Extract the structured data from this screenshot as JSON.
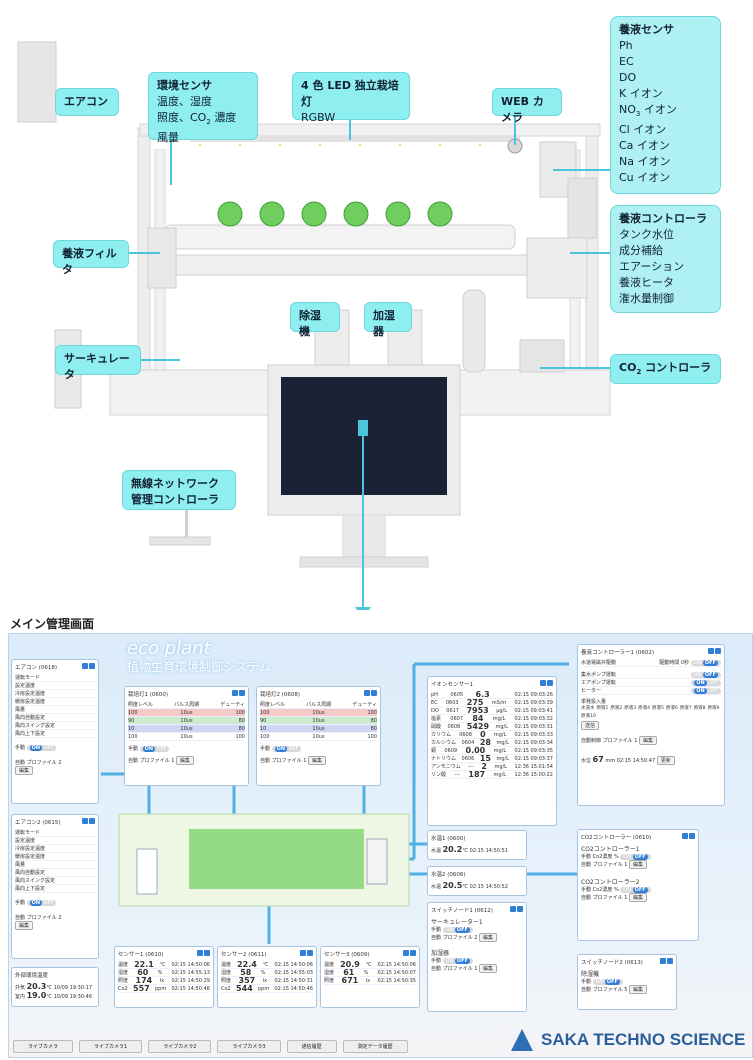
{
  "diagram": {
    "aircon": "エアコン",
    "env_sensor": {
      "title": "環境センサ",
      "l1": "温度、湿度",
      "l2a": "照度、CO",
      "l2b": "濃度",
      "l3": "風量"
    },
    "led": {
      "title": "4 色 LED 独立栽培灯",
      "sub": "RGBW"
    },
    "webcam": "WEB カメラ",
    "nutrient_sensor": {
      "title": "養液センサ",
      "items": [
        "Ph",
        "EC",
        "DO",
        "K イオン",
        "NO",
        "Cl イオン",
        "Ca イオン",
        "Na イオン",
        "Cu イオン"
      ],
      "no3_suffix": "イオン",
      "no3_sub": "3"
    },
    "filter": "養液フィルタ",
    "controller": {
      "title": "養液コントローラ",
      "items": [
        "タンク水位",
        "成分補給",
        "エアーション",
        "養液ヒータ",
        "潅水量制御"
      ]
    },
    "dehumid": "除湿機",
    "humid": "加湿器",
    "circulator": "サーキュレータ",
    "co2": {
      "a": "CO",
      "sub": "2",
      "b": " コントローラ"
    },
    "wireless": {
      "l1": "無線ネットワーク",
      "l2": "管理コントローラ"
    }
  },
  "section_title": "メイン管理画面",
  "screen": {
    "logo": "eco plant",
    "subtitle": "植物生育環境制御システム",
    "aircon1": {
      "title": "エアコン (0618)",
      "rows": [
        "運転モード",
        "設定温度",
        "冷房設定温度",
        "暖房設定温度",
        "風量",
        "風向自動設定",
        "風向スイング設定",
        "風向上下設定"
      ],
      "manual": "手動",
      "auto": "自動",
      "profile": "プロファイル",
      "profile_val": "2",
      "edit": "編集"
    },
    "aircon2": {
      "title": "エアコン2 (0615)",
      "rows": [
        "運転モード",
        "設定温度",
        "冷房設定温度",
        "暖房設定温度",
        "風量",
        "風向自動設定",
        "風向スイング設定",
        "風向上下設定"
      ],
      "manual": "手動",
      "auto": "自動",
      "profile": "プロファイル",
      "profile_val": "2",
      "edit": "編集"
    },
    "outside": {
      "title": "外部環境温度",
      "r1l": "外気",
      "r1v": "20.3",
      "r1u": "℃",
      "r1t": "10/09 19:30:17",
      "r2l": "室内",
      "r2v": "19.0",
      "r2u": "℃",
      "r2t": "10/09 19:30:46"
    },
    "light1": {
      "title": "栽培灯1 (0600)",
      "cols": [
        "照度レベル",
        "パルス周期",
        "デューティ"
      ],
      "levels": [
        "100",
        "90",
        "10",
        "100"
      ],
      "pulses": [
        "10us",
        "10us",
        "10us",
        "10us"
      ],
      "duties": [
        "100",
        "80",
        "80",
        "100"
      ],
      "manual": "手動",
      "auto": "自動",
      "profile": "プロファイル",
      "profile_val": "1",
      "edit": "編集"
    },
    "light2": {
      "title": "栽培灯2 (0608)",
      "cols": [
        "照度レベル",
        "パルス周期",
        "デューティ"
      ],
      "levels": [
        "100",
        "90",
        "10",
        "100"
      ],
      "pulses": [
        "10us",
        "10us",
        "10us",
        "10us"
      ],
      "duties": [
        "100",
        "80",
        "80",
        "100"
      ],
      "manual": "手動",
      "auto": "自動",
      "profile": "プロファイル",
      "profile_val": "1",
      "edit": "編集"
    },
    "ion": {
      "title": "イオンセンサー1",
      "rows": [
        [
          "pH",
          "0605",
          "6.3",
          "",
          "02:15 09:03:26"
        ],
        [
          "EC",
          "0603",
          "275",
          "mS/m",
          "02:15 09:03:39"
        ],
        [
          "DO",
          "0617",
          "7953",
          "μg/L",
          "02:15 09:03:41"
        ],
        [
          "塩素",
          "0607",
          "84",
          "mg/L",
          "02:15 09:03:32"
        ],
        [
          "硝酸",
          "0608",
          "5429",
          "mg/L",
          "02:15 09:03:31"
        ],
        [
          "カリウム",
          "0608",
          "0",
          "mg/L",
          "02:15 09:03:33"
        ],
        [
          "カルシウム",
          "0604",
          "28",
          "mg/L",
          "02:15 09:03:34"
        ],
        [
          "銅",
          "0609",
          "0.00",
          "mg/L",
          "02:15 09:03:35"
        ],
        [
          "ナトリウム",
          "0606",
          "15",
          "mg/L",
          "02:15 09:03:37"
        ],
        [
          "アンモニウム",
          "---",
          "2",
          "mg/L",
          "12:36 15:01:54"
        ],
        [
          "リン酸",
          "---",
          "187",
          "mg/L",
          "12:36 15:00:22"
        ]
      ]
    },
    "nctrl": {
      "title": "養液コントローラー1 (0602)",
      "r1": "水道電磁弁駆動",
      "r1b": "駆動時間",
      "r1v": "0",
      "r1u": "秒",
      "r2": "集水ポンプ運転",
      "r3": "エアポンプ運転",
      "r4": "ヒーター",
      "r5": "単発投入量",
      "tanks": [
        "水道水",
        "原液1",
        "原液2",
        "原液3",
        "原液4",
        "原液5",
        "原液6",
        "原液7",
        "原液8",
        "原液9",
        "原液10"
      ],
      "send": "送信",
      "auto": "自動制御",
      "profile": "プロファイル",
      "profile_val": "1",
      "edit": "編集",
      "level_l": "水位",
      "level_v": "67",
      "level_u": "mm",
      "level_t": "02:15 14:50:47",
      "update": "更新"
    },
    "wt1": {
      "title": "水温1 (0600)",
      "l": "水温",
      "v": "20.2",
      "u": "℃",
      "t": "02:15 14:50:51"
    },
    "wt2": {
      "title": "水温2 (0606)",
      "l": "水温",
      "v": "20.5",
      "u": "℃",
      "t": "02:15 14:50:52"
    },
    "sw1": {
      "title": "スイッチノード1 (0612)",
      "a": "サーキュレーター1",
      "b": "加湿器",
      "manual": "手動",
      "auto": "自動",
      "profile": "プロファイル",
      "pa": "2",
      "pb": "1",
      "edit": "編集"
    },
    "co2": {
      "title": "CO2コントローラー (0610)",
      "a": "CO2コントローラー1",
      "b": "CO2コントローラー2",
      "manual": "手動",
      "auto": "自動",
      "label": "Co2濃度",
      "unit": "%",
      "profile": "プロファイル",
      "pa": "1",
      "pb": "1",
      "edit": "編集"
    },
    "sw2": {
      "title": "スイッチノード2 (0613)",
      "a": "除湿機",
      "manual": "手動",
      "auto": "自動",
      "profile": "プロファイル",
      "pa": "5",
      "edit": "編集"
    },
    "s1": {
      "title": "センサー1 (0610)",
      "rows": [
        [
          "温度",
          "22.1",
          "℃",
          "02:15 14:50:06"
        ],
        [
          "湿度",
          "60",
          "%",
          "02:15 14:55:13"
        ],
        [
          "照度",
          "174",
          "lx",
          "02:15 14:50:29"
        ],
        [
          "Co2",
          "557",
          "ppm",
          "02:15 14:50:46"
        ]
      ]
    },
    "s2": {
      "title": "センサー2 (0611)",
      "rows": [
        [
          "温度",
          "22.4",
          "℃",
          "02:15 14:50:06"
        ],
        [
          "湿度",
          "58",
          "%",
          "02:15 14:55:03"
        ],
        [
          "照度",
          "357",
          "lx",
          "02:15 14:50:31"
        ],
        [
          "Co2",
          "544",
          "ppm",
          "02:15 14:50:46"
        ]
      ]
    },
    "s3": {
      "title": "センサー3 (0609)",
      "rows": [
        [
          "温度",
          "20.9",
          "℃",
          "02:15 14:50:06"
        ],
        [
          "湿度",
          "61",
          "%",
          "02:15 14:50:07"
        ],
        [
          "照度",
          "671",
          "lx",
          "02:15 14:50:35"
        ]
      ]
    },
    "on": "ON",
    "off": "OFF",
    "tabs": [
      "ライブカメラ",
      "ライブカメラ1",
      "ライブカメラ2",
      "ライブカメラ3",
      "通信履歴",
      "測定データ履歴"
    ]
  },
  "brand": "SAKA TECHNO SCIENCE",
  "colors": {
    "callout": "#8eeef0",
    "accent": "#2f7fd6",
    "line": "#4cc4dc"
  }
}
